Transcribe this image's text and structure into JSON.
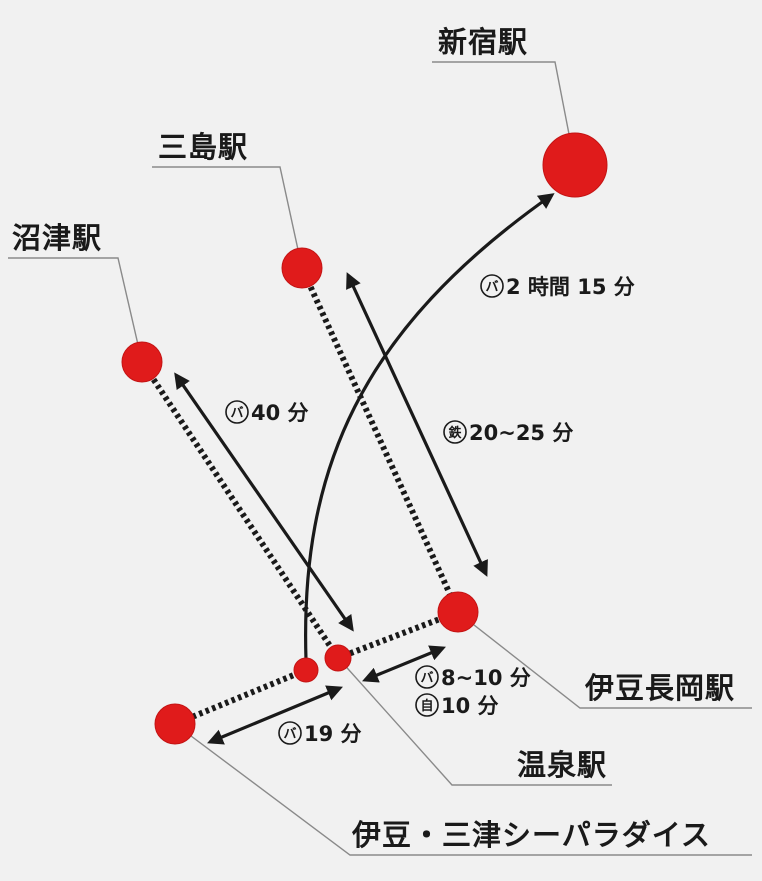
{
  "colors": {
    "background": "#f1f1f1",
    "station_fill": "#e01b1b",
    "station_stroke": "#c41414",
    "arrow": "#1a1a1a",
    "leader": "#8a8a8a",
    "dotted": "#1a1a1a"
  },
  "stations": {
    "shinjuku": "新宿駅",
    "mishima": "三島駅",
    "numazu": "沼津駅",
    "izunagaoka": "伊豆長岡駅",
    "onsen": "温泉駅",
    "paradise": "伊豆・三津シーパラダイス"
  },
  "icons": {
    "bus": "バ",
    "rail": "鉄",
    "car": "自"
  },
  "routes": {
    "to_shinjuku": "2 時間 15 分",
    "to_numazu": "40 分",
    "to_mishima": "20~25 分",
    "nagaoka_bus": "8~10 分",
    "nagaoka_car": "10 分",
    "paradise_bus": "19 分"
  }
}
